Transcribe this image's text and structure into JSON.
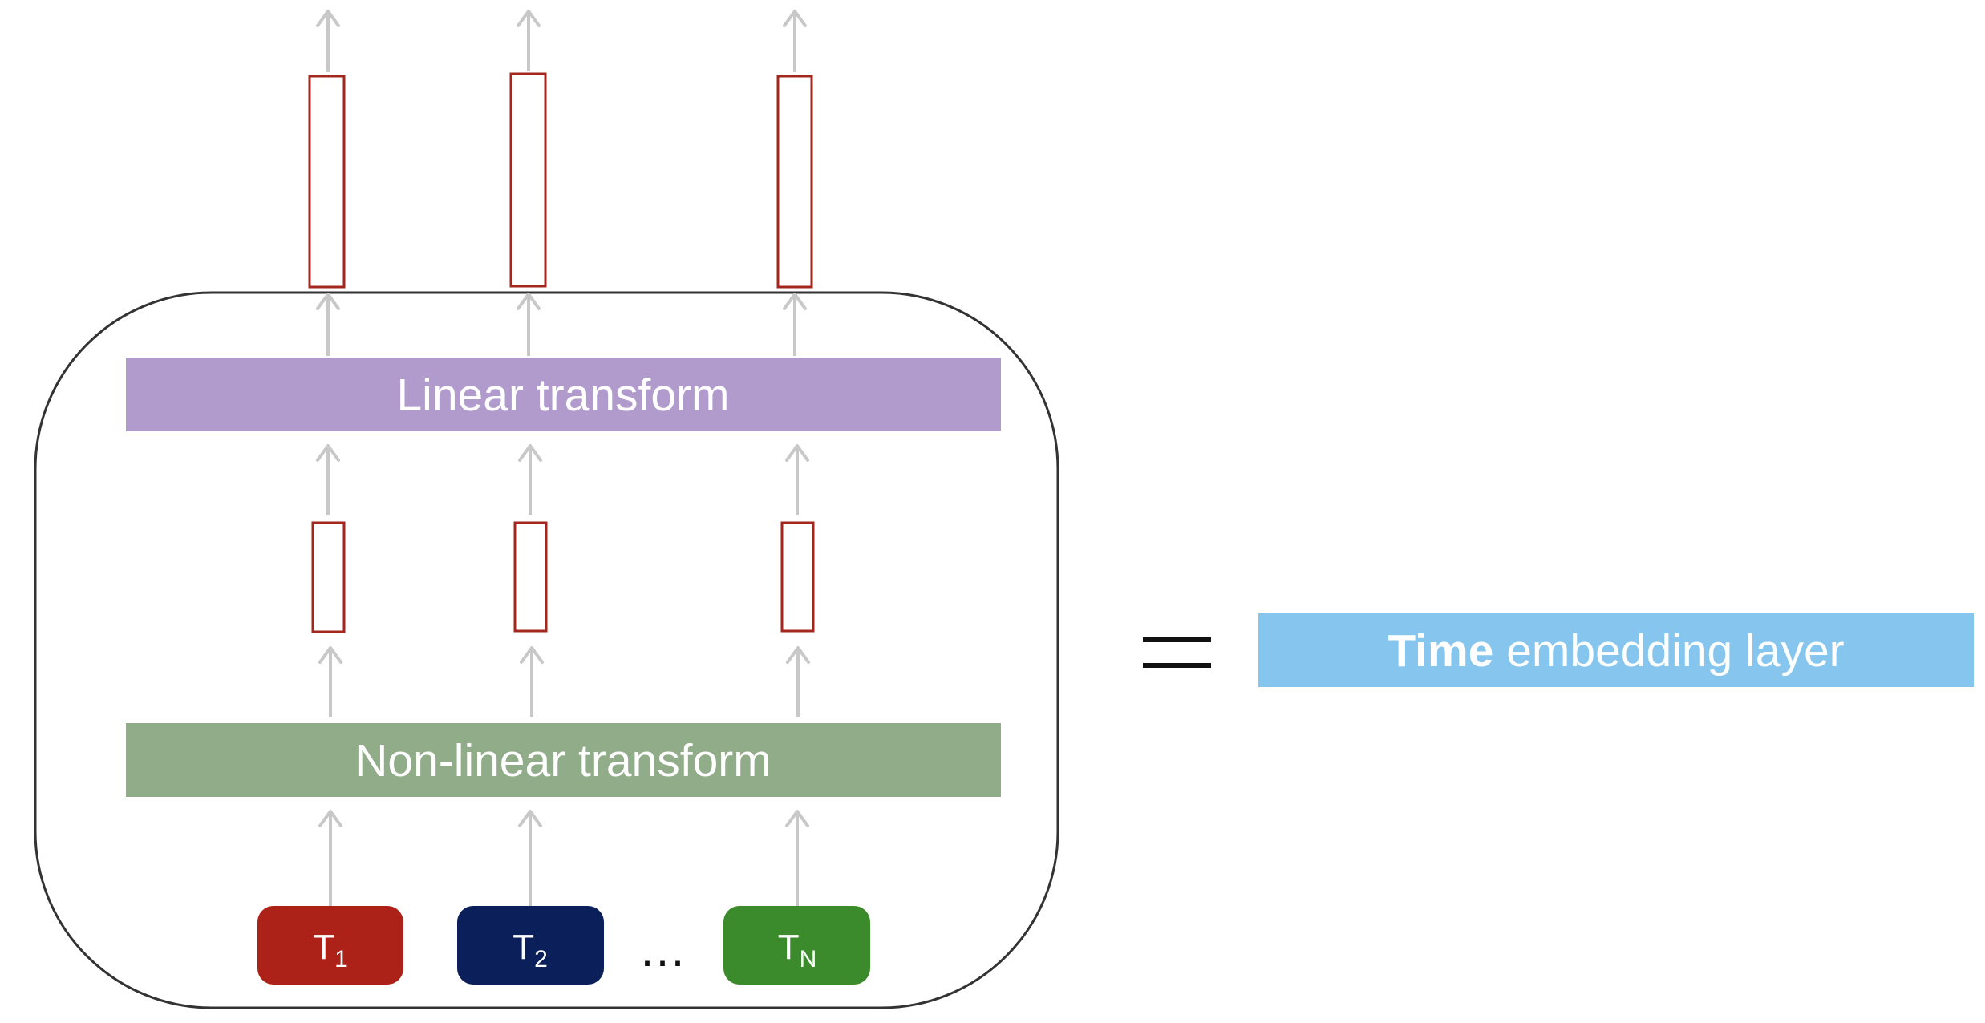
{
  "diagram": {
    "linear_transform_label": "Linear transform",
    "nonlinear_transform_label": "Non-linear transform",
    "tokens": [
      {
        "main": "T",
        "sub": "1",
        "color": "#ac2118"
      },
      {
        "main": "T",
        "sub": "2",
        "color": "#0b1f5b"
      },
      {
        "main": "T",
        "sub": "N",
        "color": "#3b8a2b"
      }
    ],
    "ellipsis": "…",
    "equals": "=",
    "result": {
      "bold": "Time",
      "rest": " embedding layer"
    },
    "colors": {
      "linear_transform": "#b19bcd",
      "nonlinear_transform": "#91ac89",
      "result_box": "#86c6ee",
      "vector_outline": "#a3271d",
      "arrow": "#c8c8c8",
      "container_outline": "#333333"
    }
  }
}
